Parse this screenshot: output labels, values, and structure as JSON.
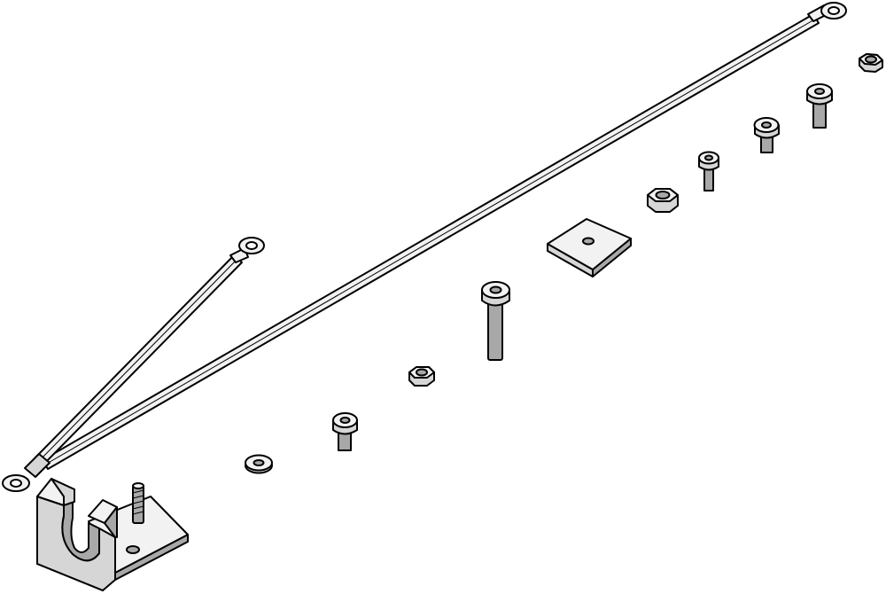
{
  "figure": {
    "background": "#ffffff",
    "line_color": "#000000",
    "shade_light": "#f2f2f2",
    "shade_mid": "#d6d6d6",
    "shade_dark": "#a8a8a8",
    "parts": [
      "ground-cable-long",
      "ground-cable-short",
      "ring-terminal",
      "mounting-bracket",
      "threaded-stud",
      "cap-screw",
      "hex-nut",
      "washer",
      "square-plate"
    ]
  }
}
